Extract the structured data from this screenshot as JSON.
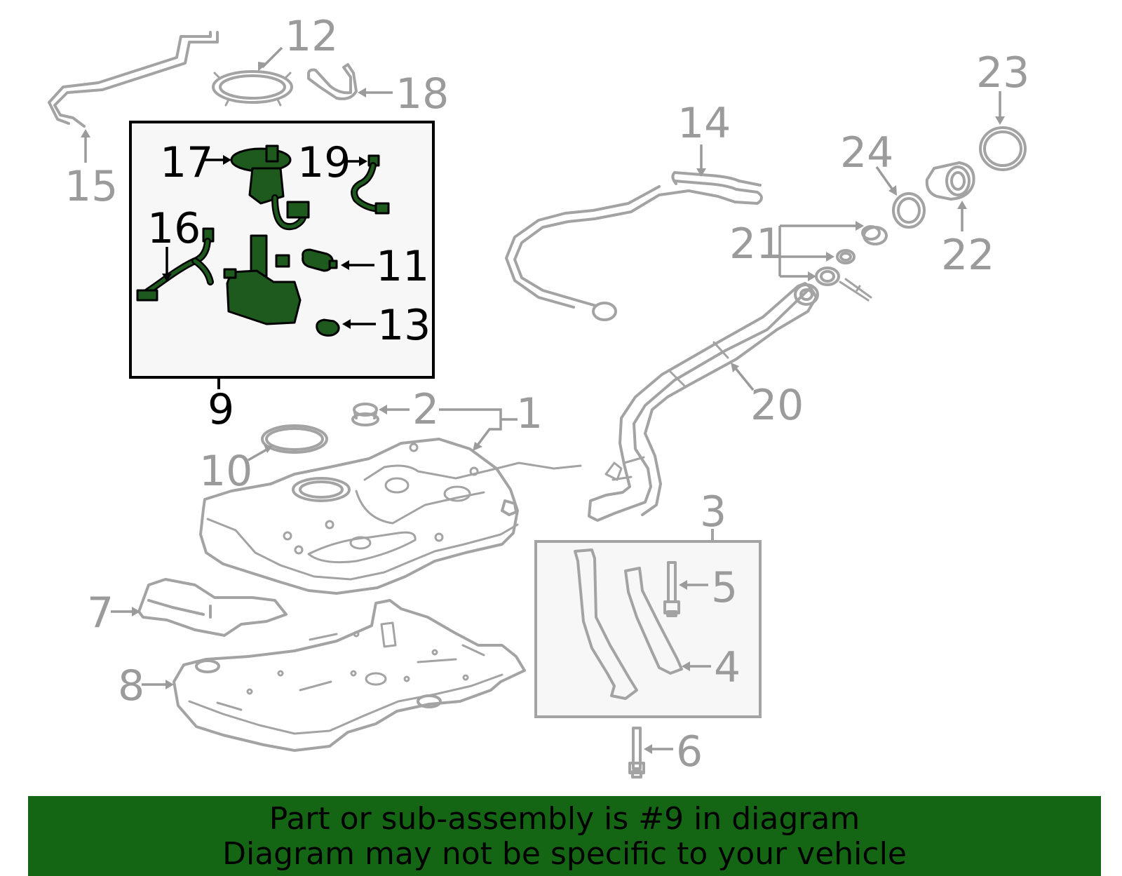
{
  "banner": {
    "line1": "Part or sub-assembly is #9 in diagram",
    "line2": "Diagram may not be specific to your vehicle"
  },
  "callouts": [
    {
      "id": "1",
      "highlighted": false
    },
    {
      "id": "2",
      "highlighted": false
    },
    {
      "id": "3",
      "highlighted": false
    },
    {
      "id": "4",
      "highlighted": false
    },
    {
      "id": "5",
      "highlighted": false
    },
    {
      "id": "6",
      "highlighted": false
    },
    {
      "id": "7",
      "highlighted": false
    },
    {
      "id": "8",
      "highlighted": false
    },
    {
      "id": "9",
      "highlighted": true
    },
    {
      "id": "10",
      "highlighted": false
    },
    {
      "id": "11",
      "highlighted": true
    },
    {
      "id": "12",
      "highlighted": false
    },
    {
      "id": "13",
      "highlighted": true
    },
    {
      "id": "14",
      "highlighted": false
    },
    {
      "id": "15",
      "highlighted": false
    },
    {
      "id": "16",
      "highlighted": true
    },
    {
      "id": "17",
      "highlighted": true
    },
    {
      "id": "18",
      "highlighted": false
    },
    {
      "id": "19",
      "highlighted": true
    },
    {
      "id": "20",
      "highlighted": false
    },
    {
      "id": "21",
      "highlighted": false
    },
    {
      "id": "22",
      "highlighted": false
    },
    {
      "id": "23",
      "highlighted": false
    },
    {
      "id": "24",
      "highlighted": false
    }
  ],
  "colors": {
    "highlight_part": "#1e5a1e",
    "banner": "#146614",
    "other_parts": "#a3a3a3",
    "subassembly_box": "#f7f7f7"
  }
}
